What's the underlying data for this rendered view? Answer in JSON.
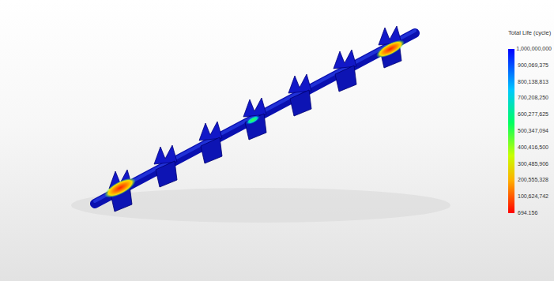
{
  "diagram": {
    "labels": [
      "Total Life (cycle)",
      "1,000,000,000",
      "900,069,375",
      "800,138,813",
      "700,208,250",
      "600,277,625",
      "500,347,094",
      "400,416,500",
      "300,485,906",
      "200,555,328",
      "100,624,742",
      "694.156"
    ]
  }
}
